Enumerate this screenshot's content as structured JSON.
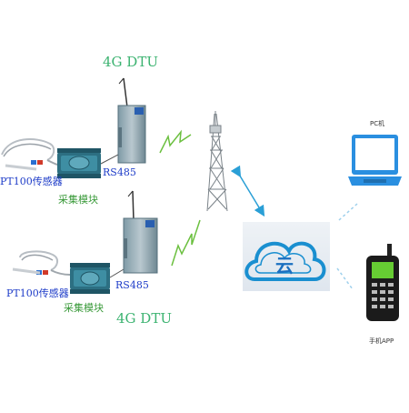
{
  "group1": {
    "dtu_title": "4G DTU",
    "rs485": "RS485",
    "sensor_label": "PT100传感器",
    "module_label": "采集模块"
  },
  "group2": {
    "dtu_title": "4G DTU",
    "rs485": "RS485",
    "sensor_label": "PT100传感器",
    "module_label": "采集模块"
  },
  "pc_label": "PC机",
  "phone_label": "手机APP",
  "cloud_glyph": "云",
  "colors": {
    "title_green": "#3cb371",
    "label_blue": "#1e3cc8",
    "label_green": "#3a9a3a",
    "cloud_blue": "#1a8fd0",
    "signal_green": "#6cc040",
    "arrow_blue": "#2a9fd6"
  },
  "icons": [
    "temperature-probe-icon",
    "acquisition-module-icon",
    "dtu-device-icon",
    "cell-tower-icon",
    "cloud-icon",
    "laptop-icon",
    "mobile-phone-icon"
  ]
}
